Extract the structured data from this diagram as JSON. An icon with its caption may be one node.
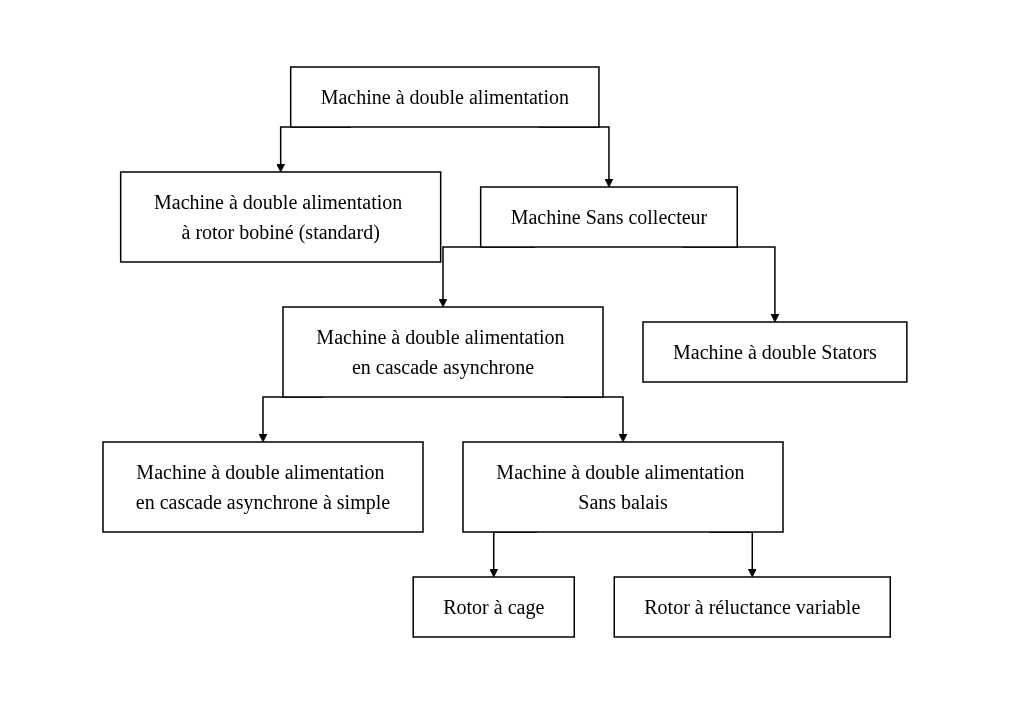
{
  "diagram": {
    "nodes": [
      {
        "text": [
          "Machine à double alimentation"
        ]
      },
      {
        "text": [
          "Machine à double alimentation à rotor bobiné (standard)"
        ]
      },
      {
        "text": [
          "Machine Sans collecteur"
        ]
      },
      {
        "text": [
          "Machine à double alimentation en cascade asynchrone"
        ]
      },
      {
        "text": [
          "Machine à double Stators"
        ]
      },
      {
        "text": [
          "Machine à double alimentation en cascade asynchrone à simple"
        ]
      },
      {
        "text": [
          "Machine à double alimentation Sans balais"
        ]
      },
      {
        "text": [
          "Rotor à cage"
        ]
      },
      {
        "text": [
          "Rotor à réluctance variable"
        ]
      }
    ],
    "edges": [
      {
        "from": 0,
        "to": 1,
        "arrow": "to"
      },
      {
        "from": 0,
        "to": 2,
        "arrow": "to"
      },
      {
        "from": 2,
        "to": 3,
        "arrow": "to"
      },
      {
        "from": 2,
        "to": 4,
        "arrow": "to"
      },
      {
        "from": 3,
        "to": 5,
        "arrow": "to"
      },
      {
        "from": 3,
        "to": 6,
        "arrow": "to"
      },
      {
        "from": 6,
        "to": 7,
        "arrow": "to"
      },
      {
        "from": 6,
        "to": 8,
        "arrow": "to"
      }
    ]
  }
}
